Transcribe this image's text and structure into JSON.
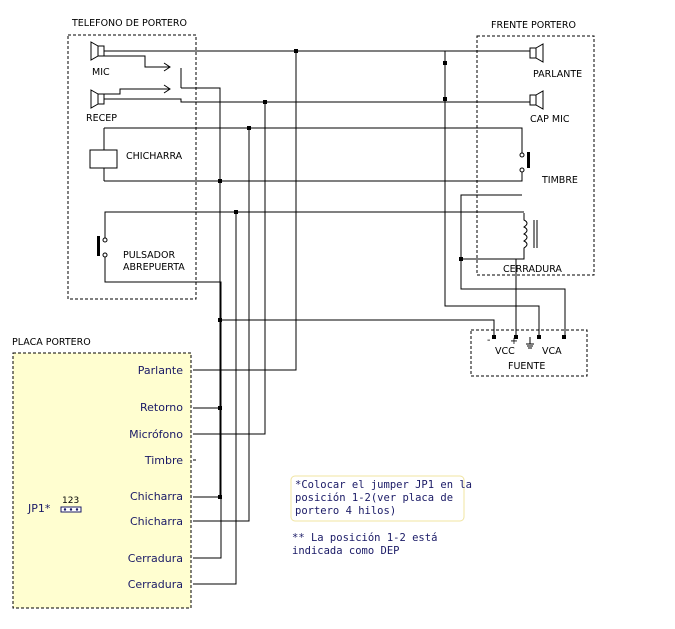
{
  "telefono": {
    "title": "TELEFONO DE PORTERO",
    "mic": "MIC",
    "recep": "RECEP",
    "chicharra": "CHICHARRA",
    "pulsador_1": "PULSADOR",
    "pulsador_2": "ABREPUERTA"
  },
  "frente": {
    "title": "FRENTE PORTERO",
    "parlante": "PARLANTE",
    "cap_mic": "CAP MIC",
    "timbre": "TIMBRE",
    "cerradura": "CERRADURA"
  },
  "fuente": {
    "title": "FUENTE",
    "vcc": "VCC",
    "vca": "VCA",
    "minus": "-",
    "plus": "+"
  },
  "placa": {
    "title": "PLACA PORTERO",
    "terminals": [
      "Parlante",
      "Retorno",
      "Micrófono",
      "Timbre",
      "Chicharra",
      "Chicharra",
      "Cerradura",
      "Cerradura"
    ],
    "jp1_label": "JP1*",
    "jp1_pins": "123",
    "box_fill": "#fffed0"
  },
  "notes": {
    "note1_line1": "*Colocar el jumper JP1 en la",
    "note1_line2": "posición 1-2(ver placa de",
    "note1_line3": "portero 4 hilos)",
    "note2_line1": "** La posición 1-2 está",
    "note2_line2": "indicada como DEP",
    "note1_border": "#f0e4a0"
  }
}
